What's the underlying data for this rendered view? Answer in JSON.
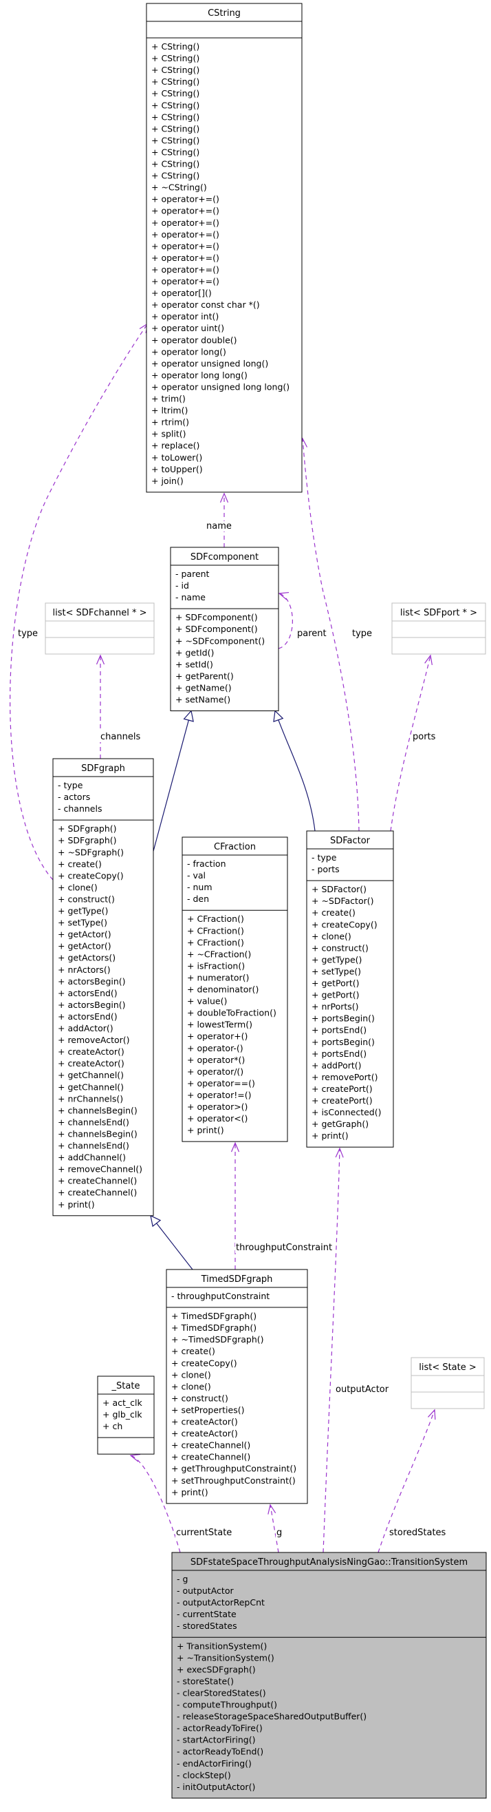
{
  "boxes": [
    {
      "id": "cstring",
      "title": "CString",
      "style": "normal",
      "attributes": [],
      "methods": [
        "+ CString()",
        "+ CString()",
        "+ CString()",
        "+ CString()",
        "+ CString()",
        "+ CString()",
        "+ CString()",
        "+ CString()",
        "+ CString()",
        "+ CString()",
        "+ CString()",
        "+ CString()",
        "+ ~CString()",
        "+ operator+=()",
        "+ operator+=()",
        "+ operator+=()",
        "+ operator+=()",
        "+ operator+=()",
        "+ operator+=()",
        "+ operator+=()",
        "+ operator+=()",
        "+ operator[]()",
        "+ operator const char *()",
        "+ operator int()",
        "+ operator uint()",
        "+ operator double()",
        "+ operator long()",
        "+ operator unsigned long()",
        "+ operator long long()",
        "+ operator unsigned long long()",
        "+ trim()",
        "+ ltrim()",
        "+ rtrim()",
        "+ split()",
        "+ replace()",
        "+ toLower()",
        "+ toUpper()",
        "+ join()"
      ]
    },
    {
      "id": "sdfcomponent",
      "title": "SDFcomponent",
      "style": "normal",
      "attributes": [
        "- parent",
        "- id",
        "- name"
      ],
      "methods": [
        "+ SDFcomponent()",
        "+ SDFcomponent()",
        "+ ~SDFcomponent()",
        "+ getId()",
        "+ setId()",
        "+ getParent()",
        "+ getName()",
        "+ setName()"
      ]
    },
    {
      "id": "list_sdfchannel",
      "title": "list< SDFchannel * >",
      "style": "template",
      "attributes": [],
      "methods": []
    },
    {
      "id": "list_sdfport",
      "title": "list< SDFport * >",
      "style": "template",
      "attributes": [],
      "methods": []
    },
    {
      "id": "sdfgraph",
      "title": "SDFgraph",
      "style": "normal",
      "attributes": [
        "- type",
        "- actors",
        "- channels"
      ],
      "methods": [
        "+ SDFgraph()",
        "+ SDFgraph()",
        "+ ~SDFgraph()",
        "+ create()",
        "+ createCopy()",
        "+ clone()",
        "+ construct()",
        "+ getType()",
        "+ setType()",
        "+ getActor()",
        "+ getActor()",
        "+ getActors()",
        "+ nrActors()",
        "+ actorsBegin()",
        "+ actorsEnd()",
        "+ actorsBegin()",
        "+ actorsEnd()",
        "+ addActor()",
        "+ removeActor()",
        "+ createActor()",
        "+ createActor()",
        "+ getChannel()",
        "+ getChannel()",
        "+ nrChannels()",
        "+ channelsBegin()",
        "+ channelsEnd()",
        "+ channelsBegin()",
        "+ channelsEnd()",
        "+ addChannel()",
        "+ removeChannel()",
        "+ createChannel()",
        "+ createChannel()",
        "+ print()"
      ]
    },
    {
      "id": "cfraction",
      "title": "CFraction",
      "style": "normal",
      "attributes": [
        "- fraction",
        "- val",
        "- num",
        "- den"
      ],
      "methods": [
        "+ CFraction()",
        "+ CFraction()",
        "+ CFraction()",
        "+ ~CFraction()",
        "+ isFraction()",
        "+ numerator()",
        "+ denominator()",
        "+ value()",
        "+ doubleToFraction()",
        "+ lowestTerm()",
        "+ operator+()",
        "+ operator-()",
        "+ operator*()",
        "+ operator/()",
        "+ operator==()",
        "+ operator!=()",
        "+ operator>()",
        "+ operator<()",
        "+ print()"
      ]
    },
    {
      "id": "sdfactor",
      "title": "SDFactor",
      "style": "normal",
      "attributes": [
        "- type",
        "- ports"
      ],
      "methods": [
        "+ SDFactor()",
        "+ ~SDFactor()",
        "+ create()",
        "+ createCopy()",
        "+ clone()",
        "+ construct()",
        "+ getType()",
        "+ setType()",
        "+ getPort()",
        "+ getPort()",
        "+ nrPorts()",
        "+ portsBegin()",
        "+ portsEnd()",
        "+ portsBegin()",
        "+ portsEnd()",
        "+ addPort()",
        "+ removePort()",
        "+ createPort()",
        "+ createPort()",
        "+ isConnected()",
        "+ getGraph()",
        "+ print()"
      ]
    },
    {
      "id": "timedsdfgraph",
      "title": "TimedSDFgraph",
      "style": "normal",
      "attributes": [
        "- throughputConstraint"
      ],
      "methods": [
        "+ TimedSDFgraph()",
        "+ TimedSDFgraph()",
        "+ ~TimedSDFgraph()",
        "+ create()",
        "+ createCopy()",
        "+ clone()",
        "+ clone()",
        "+ construct()",
        "+ setProperties()",
        "+ createActor()",
        "+ createActor()",
        "+ createChannel()",
        "+ createChannel()",
        "+ getThroughputConstraint()",
        "+ setThroughputConstraint()",
        "+ print()"
      ]
    },
    {
      "id": "state",
      "title": "_State",
      "style": "normal",
      "attributes": [
        "+ act_clk",
        "+ glb_clk",
        "+ ch"
      ],
      "methods": []
    },
    {
      "id": "list_state",
      "title": "list< State >",
      "style": "template",
      "attributes": [],
      "methods": []
    },
    {
      "id": "transitionsystem",
      "title": "SDFstateSpaceThroughputAnalysisNingGao::TransitionSystem",
      "style": "highlight",
      "attributes": [
        "- g",
        "- outputActor",
        "- outputActorRepCnt",
        "- currentState",
        "- storedStates"
      ],
      "methods": [
        "+ TransitionSystem()",
        "+ ~TransitionSystem()",
        "+ execSDFgraph()",
        "- storeState()",
        "- clearStoredStates()",
        "- computeThroughput()",
        "- releaseStorageSpaceSharedOutputBuffer()",
        "- actorReadyToFire()",
        "- startActorFiring()",
        "- actorReadyToEnd()",
        "- endActorFiring()",
        "- clockStep()",
        "- initOutputActor()"
      ]
    }
  ],
  "edge_labels": {
    "name": "name",
    "parent": "parent",
    "type_left": "type",
    "type_right": "type",
    "channels": "channels",
    "ports": "ports",
    "throughputConstraint": "throughputConstraint",
    "outputActor": "outputActor",
    "currentState": "currentState",
    "g": "g",
    "storedStates": "storedStates"
  },
  "colors": {
    "inheritance": "#191970",
    "usage": "#9a32cd",
    "box_border": "#000000",
    "template_border": "#bfbfbf",
    "highlight_fill": "#bfbfbf"
  }
}
